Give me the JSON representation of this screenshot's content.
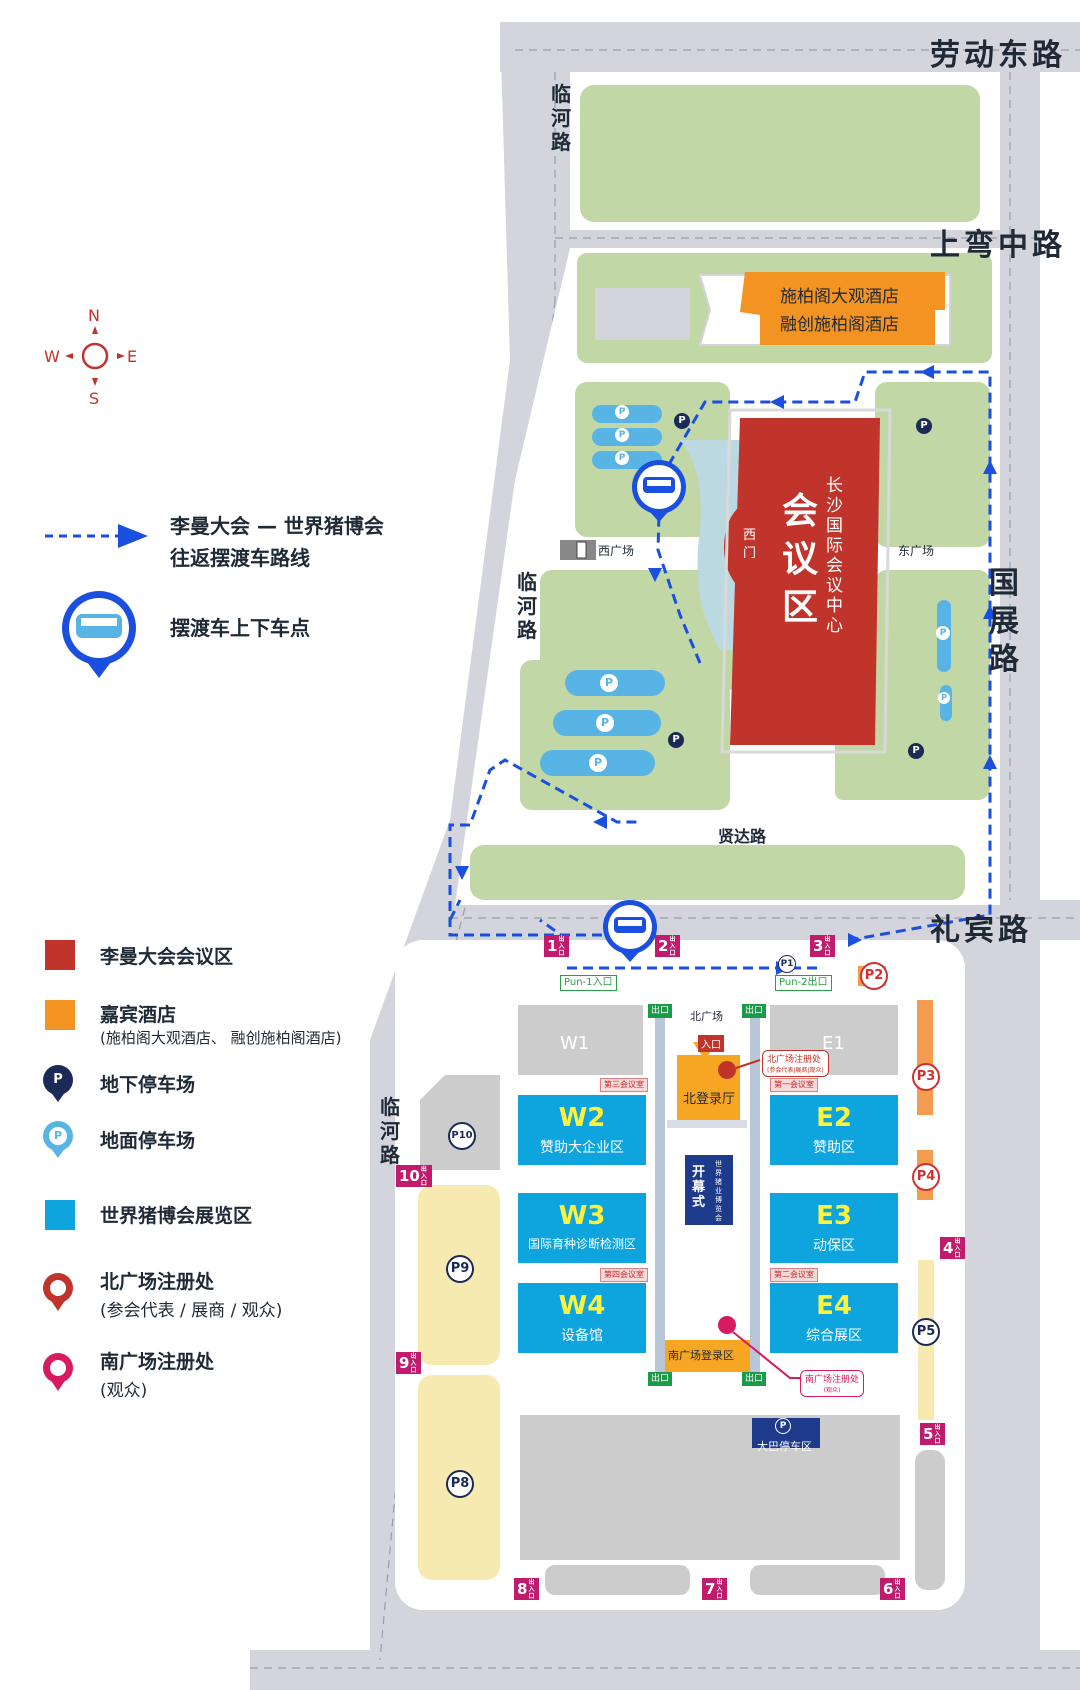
{
  "roads": {
    "laodong": "劳动东路",
    "shangwan": "上弯中路",
    "guozhan": "国展路",
    "libin": "礼宾路",
    "linhe_top": "临河路",
    "linhe_mid": "临河路",
    "linhe_bottom": "临河路",
    "xianda": "贤达路"
  },
  "compass": {
    "n": "N",
    "s": "S",
    "w": "W",
    "e": "E"
  },
  "legend_top": {
    "shuttle_route_line1": "李曼大会 — 世界猪博会",
    "shuttle_route_line2": "往返摆渡车路线",
    "shuttle_stop": "摆渡车上下车点"
  },
  "legend_bottom": {
    "conference": "李曼大会会议区",
    "hotel": "嘉宾酒店",
    "hotel_sub": "(施柏阁大观酒店、 融创施柏阁酒店)",
    "underground_parking": "地下停车场",
    "surface_parking": "地面停车场",
    "expo": "世界猪博会展览区",
    "north_reg": "北广场注册处",
    "north_reg_sub": "(参会代表 / 展商 / 观众)",
    "south_reg": "南广场注册处",
    "south_reg_sub": "(观众)"
  },
  "north_zone": {
    "hotel_line1": "施柏阁大观酒店",
    "hotel_line2": "融创施柏阁酒店",
    "conf_zone": "会议区",
    "conf_center": "长沙国际会议中心",
    "west_gate": "西门",
    "west_plaza": "西广场",
    "east_plaza": "东广场"
  },
  "expo_zone": {
    "halls": [
      {
        "code": "W2",
        "name": "赞助大企业区"
      },
      {
        "code": "W3",
        "name": "国际育种诊断检测区"
      },
      {
        "code": "W4",
        "name": "设备馆"
      },
      {
        "code": "E2",
        "name": "赞助区"
      },
      {
        "code": "E3",
        "name": "动保区"
      },
      {
        "code": "E4",
        "name": "综合展区"
      }
    ],
    "w1": "W1",
    "e1": "E1",
    "north_plaza": "北广场",
    "north_lobby": "北登录厅",
    "entrance": "入口",
    "north_reg_tag": "北广场注册处",
    "north_reg_tag_sub": "(参会代表|展商|观众)",
    "south_lobby": "南广场登录区",
    "south_reg_tag": "南广场注册处",
    "south_reg_tag_sub": "(观众)",
    "opening": "开幕式",
    "expo_hall": "世界猪业博览会",
    "bus_parking": "大巴停车区",
    "meeting_rooms": [
      "第三会议室",
      "第一会议室",
      "第四会议室",
      "第二会议室"
    ],
    "exits": [
      "出口",
      "出口",
      "出口",
      "出口"
    ],
    "parking_tags": [
      "Pun-1入口",
      "Pun-2出口"
    ],
    "gate_sub": "出入口",
    "gates": [
      "1",
      "2",
      "3",
      "4",
      "5",
      "6",
      "7",
      "8",
      "9",
      "10"
    ],
    "parking_labels": [
      "P1",
      "P2",
      "P3",
      "P4",
      "P5",
      "P8",
      "P9",
      "P10"
    ]
  },
  "colors": {
    "road": "#d3d4dc",
    "green": "#c2d7a6",
    "conference": "#c0342b",
    "hotel": "#f39322",
    "expo": "#0ea5df",
    "surface_parking": "#59b4e6",
    "underground_parking": "#1b2a56",
    "route": "#1a4fe0",
    "gate": "#c01b6c",
    "yellow_lot": "#f6eab1"
  }
}
